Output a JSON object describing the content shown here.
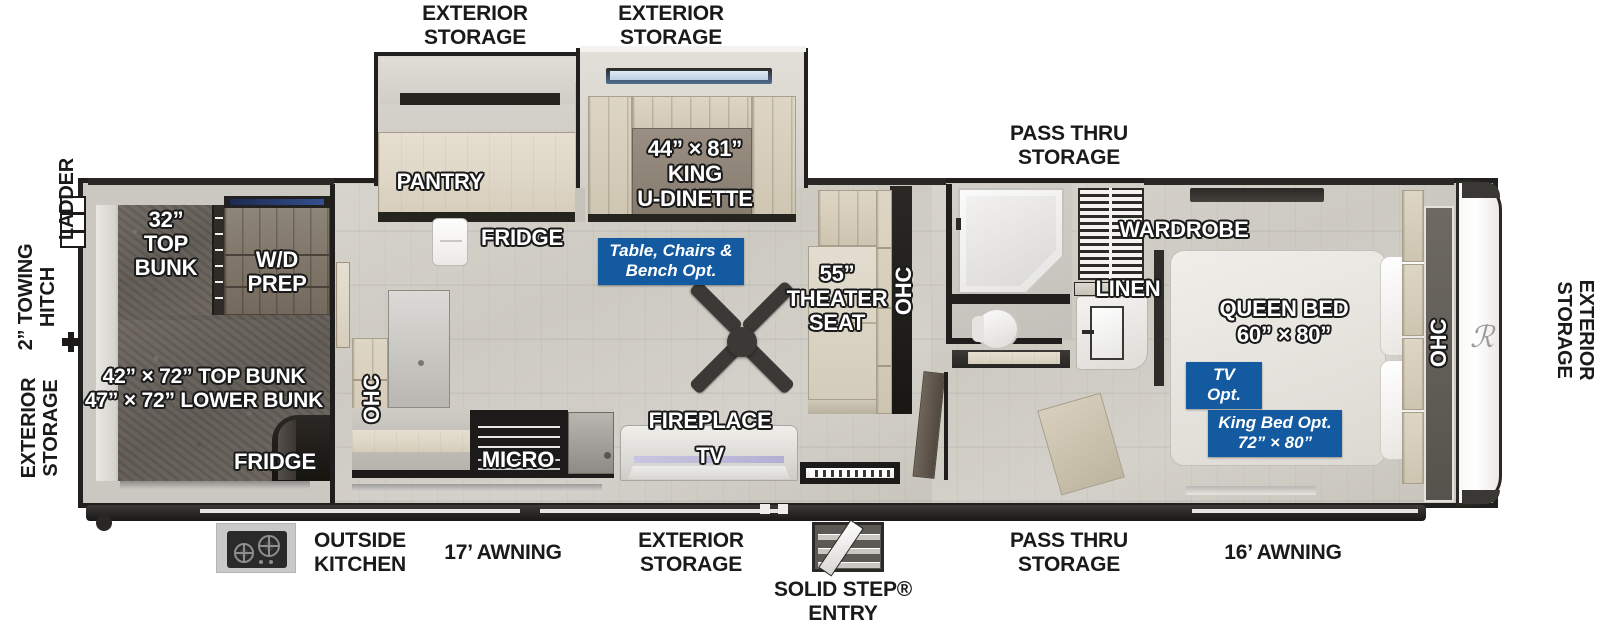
{
  "diagram": {
    "type": "rv-floorplan",
    "accent_badge_color": "#145aa0",
    "label_text_color": "#ffffff",
    "outline_color": "#22201f"
  },
  "exterior_labels": {
    "top_left_storage": "EXTERIOR\nSTORAGE",
    "top_right_storage": "EXTERIOR\nSTORAGE",
    "pass_thru_top": "PASS THRU\nSTORAGE",
    "left_hitch": "2” TOWING\nHITCH",
    "left_ladder": "LADDER",
    "left_storage": "EXTERIOR\nSTORAGE",
    "right_storage": "EXTERIOR\nSTORAGE",
    "outside_kitchen": "OUTSIDE\nKITCHEN",
    "awning_17": "17’ AWNING",
    "bottom_storage": "EXTERIOR\nSTORAGE",
    "solid_step": "SOLID STEP® \nENTRY",
    "pass_thru_bottom": "PASS THRU\nSTORAGE",
    "awning_16": "16’ AWNING"
  },
  "interior_labels": {
    "top_bunk_32": "32”\nTOP\nBUNK",
    "wd_prep": "W/D\nPREP",
    "bunk_dims": "42” × 72” TOP BUNK\n47” × 72” LOWER BUNK",
    "bunk_fridge": "FRIDGE",
    "ohc_kitchen": "OHC",
    "micro": "MICRO",
    "pantry": "PANTRY",
    "kitchen_fridge": "FRIDGE",
    "king_dinette": "44” × 81”\nKING\nU-DINETTE",
    "fireplace": "FIREPLACE",
    "tv": "TV",
    "theater_seat": "55”\nTHEATER\nSEAT",
    "ohc_theater": "OHC",
    "wardrobe": "WARDROBE",
    "linen": "LINEN",
    "queen_bed": "QUEEN BED\n60” × 80”",
    "ohc_rear": "OHC"
  },
  "option_badges": {
    "dinette_option": "Table, Chairs &\nBench Opt.",
    "tv_option": "TV Opt.",
    "king_bed_option": "King Bed Opt.\n72” × 80”"
  }
}
